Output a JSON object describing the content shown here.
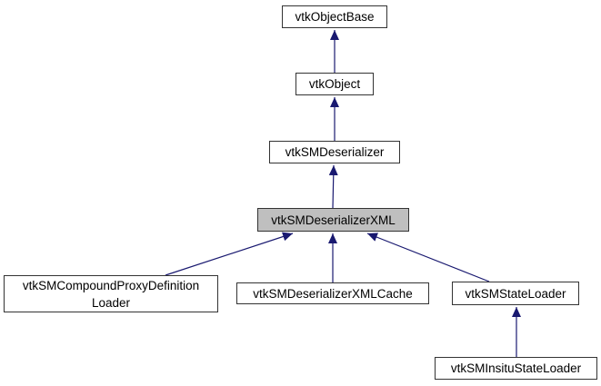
{
  "diagram": {
    "kind": "class-inheritance-graph",
    "nodes": {
      "objectBase": {
        "label": "vtkObjectBase"
      },
      "object": {
        "label": "vtkObject"
      },
      "deserializer": {
        "label": "vtkSMDeserializer"
      },
      "deserializerXML": {
        "label": "vtkSMDeserializerXML",
        "highlighted": true
      },
      "compoundLoader": {
        "lines": [
          "vtkSMCompoundProxyDefinition",
          "Loader"
        ]
      },
      "xmlCache": {
        "label": "vtkSMDeserializerXMLCache"
      },
      "stateLoader": {
        "label": "vtkSMStateLoader"
      },
      "insituStateLoader": {
        "label": "vtkSMInsituStateLoader"
      }
    },
    "edges": [
      {
        "from": "vtkObject",
        "to": "vtkObjectBase"
      },
      {
        "from": "vtkSMDeserializer",
        "to": "vtkObject"
      },
      {
        "from": "vtkSMDeserializerXML",
        "to": "vtkSMDeserializer"
      },
      {
        "from": "vtkSMCompoundProxyDefinitionLoader",
        "to": "vtkSMDeserializerXML"
      },
      {
        "from": "vtkSMDeserializerXMLCache",
        "to": "vtkSMDeserializerXML"
      },
      {
        "from": "vtkSMStateLoader",
        "to": "vtkSMDeserializerXML"
      },
      {
        "from": "vtkSMInsituStateLoader",
        "to": "vtkSMStateLoader"
      }
    ],
    "colors": {
      "arrow": "#191970",
      "node_border": "#333333",
      "node_fill": "#ffffff",
      "highlight_fill": "#bfbfbf",
      "text": "#000000",
      "background": "#ffffff"
    }
  }
}
